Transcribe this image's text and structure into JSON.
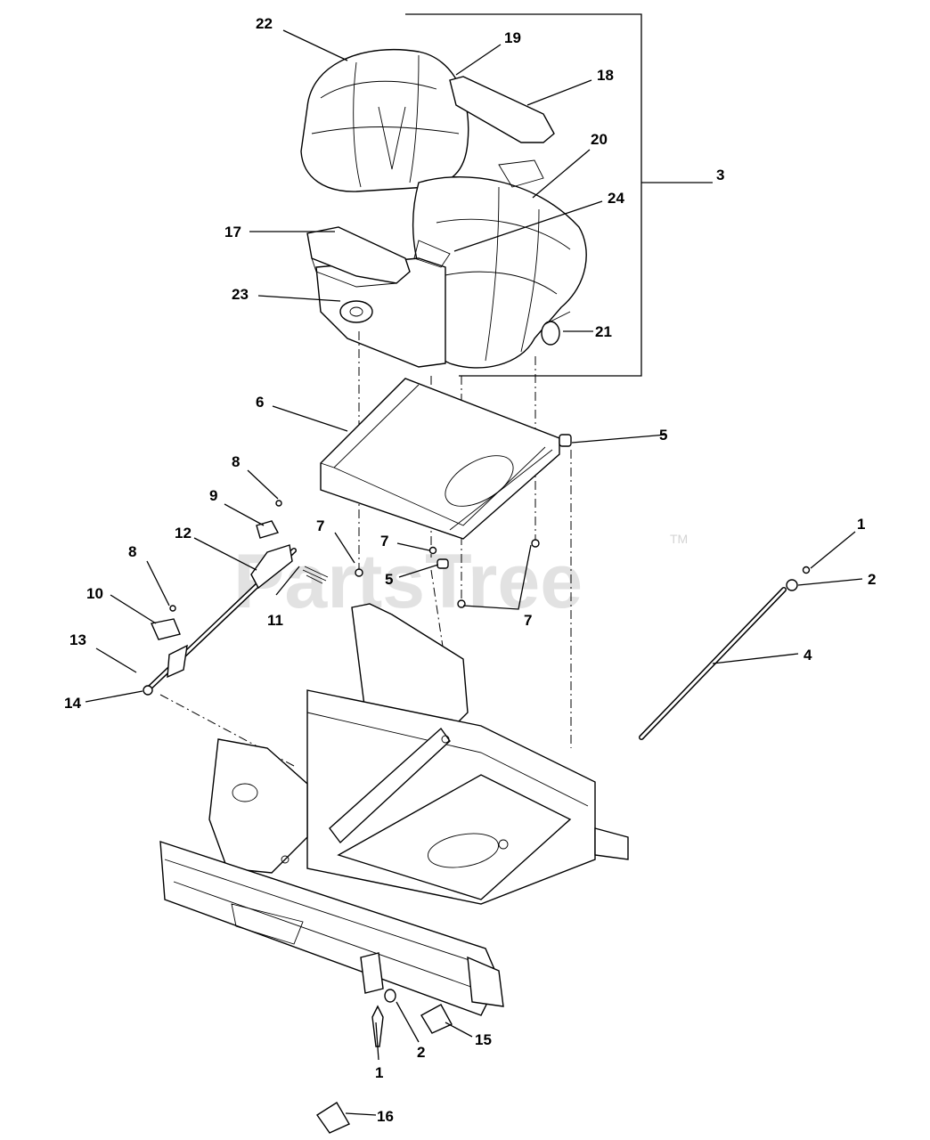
{
  "watermark": {
    "text": "PartsTree",
    "trademark": "TM"
  },
  "callouts": {
    "c1a": "1",
    "c1b": "1",
    "c2a": "2",
    "c2b": "2",
    "c3": "3",
    "c4": "4",
    "c5a": "5",
    "c5b": "5",
    "c6": "6",
    "c7a": "7",
    "c7b": "7",
    "c7c": "7",
    "c8a": "8",
    "c8b": "8",
    "c9": "9",
    "c10": "10",
    "c11": "11",
    "c12": "12",
    "c13": "13",
    "c14": "14",
    "c15": "15",
    "c16": "16",
    "c17": "17",
    "c18": "18",
    "c19": "19",
    "c20": "20",
    "c21": "21",
    "c22": "22",
    "c23": "23",
    "c24": "24"
  }
}
